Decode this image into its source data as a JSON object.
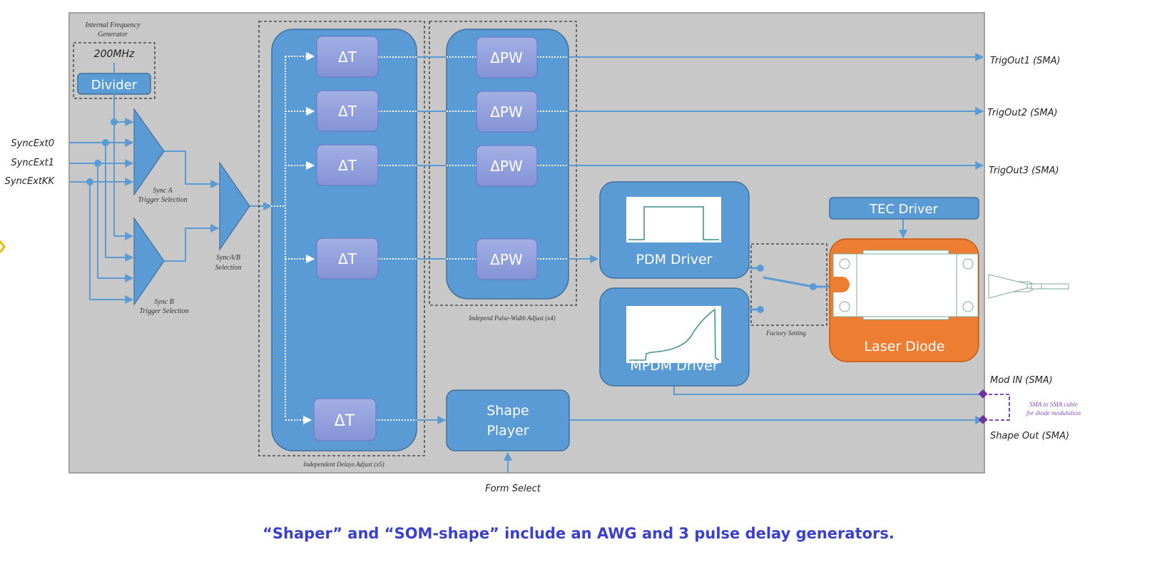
{
  "colors": {
    "panel_bg": "#c8c8c8",
    "block_blue": "#5b9bd5",
    "block_border": "#41719c",
    "delay_block": "#8e9fdc",
    "laser_orange": "#ed7d31",
    "caption_blue": "#3a3fcf",
    "cable_purple": "#7030a0",
    "waveform_teal": "#3a8f8a"
  },
  "inputs": {
    "sync_ext0": "SyncExt0",
    "sync_ext1": "SyncExt1",
    "sync_ext_kk": "SyncExtKK"
  },
  "frequency_generator": {
    "title_line1": "Internal Frequency",
    "title_line2": "Generator",
    "frequency": "200MHz",
    "divider": "Divider"
  },
  "selectors": {
    "sync_a_line1": "Sync A",
    "sync_a_line2": "Trigger Selection",
    "sync_b_line1": "Sync B",
    "sync_b_line2": "Trigger Selection",
    "sync_ab_line1": "SyncA/B",
    "sync_ab_line2": "Selection"
  },
  "delays": {
    "blocks": [
      "ΔT",
      "ΔT",
      "ΔT",
      "ΔT",
      "ΔT"
    ],
    "group_label": "Independent Delays Adjust (x5)"
  },
  "pulse_widths": {
    "blocks": [
      "ΔPW",
      "ΔPW",
      "ΔPW",
      "ΔPW"
    ],
    "group_label": "Independ Pulse-Width Adjust (x4)"
  },
  "drivers": {
    "pdm": "PDM Driver",
    "mpdm": "MPDM Driver",
    "tec": "TEC Driver",
    "factory_setting": "Factory Setting"
  },
  "laser": {
    "label": "Laser Diode"
  },
  "shape_player": {
    "line1": "Shape",
    "line2": "Player",
    "form_select": "Form Select"
  },
  "outputs": {
    "trig_out1": "TrigOut1 (SMA)",
    "trig_out2": "TrigOut2 (SMA)",
    "trig_out3": "TrigOut3 (SMA)",
    "mod_in": "Mod IN (SMA)",
    "shape_out": "Shape Out (SMA)",
    "cable_line1": "SMA to SMA cable",
    "cable_line2": "for diode modulation"
  },
  "caption": "“Shaper” and “SOM-shape” include an AWG and 3 pulse delay generators."
}
